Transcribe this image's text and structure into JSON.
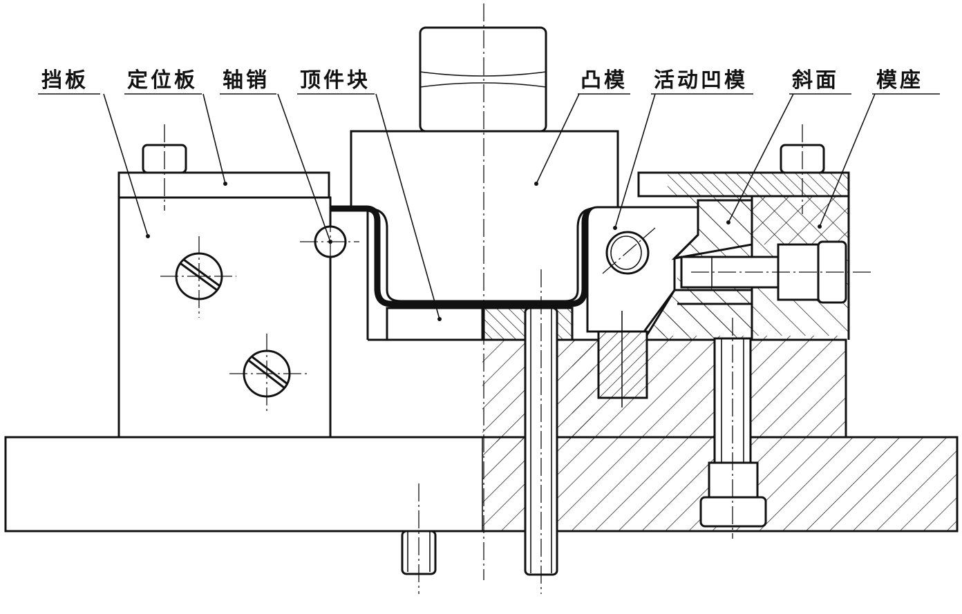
{
  "labels": {
    "baffle": "挡板",
    "locating_plate": "定位板",
    "shaft_pin": "轴销",
    "ejector_block": "顶件块",
    "punch": "凸模",
    "movable_die": "活动凹模",
    "inclined_surface": "斜面",
    "die_seat": "模座"
  },
  "colors": {
    "line": "#111111",
    "background": "#ffffff"
  }
}
